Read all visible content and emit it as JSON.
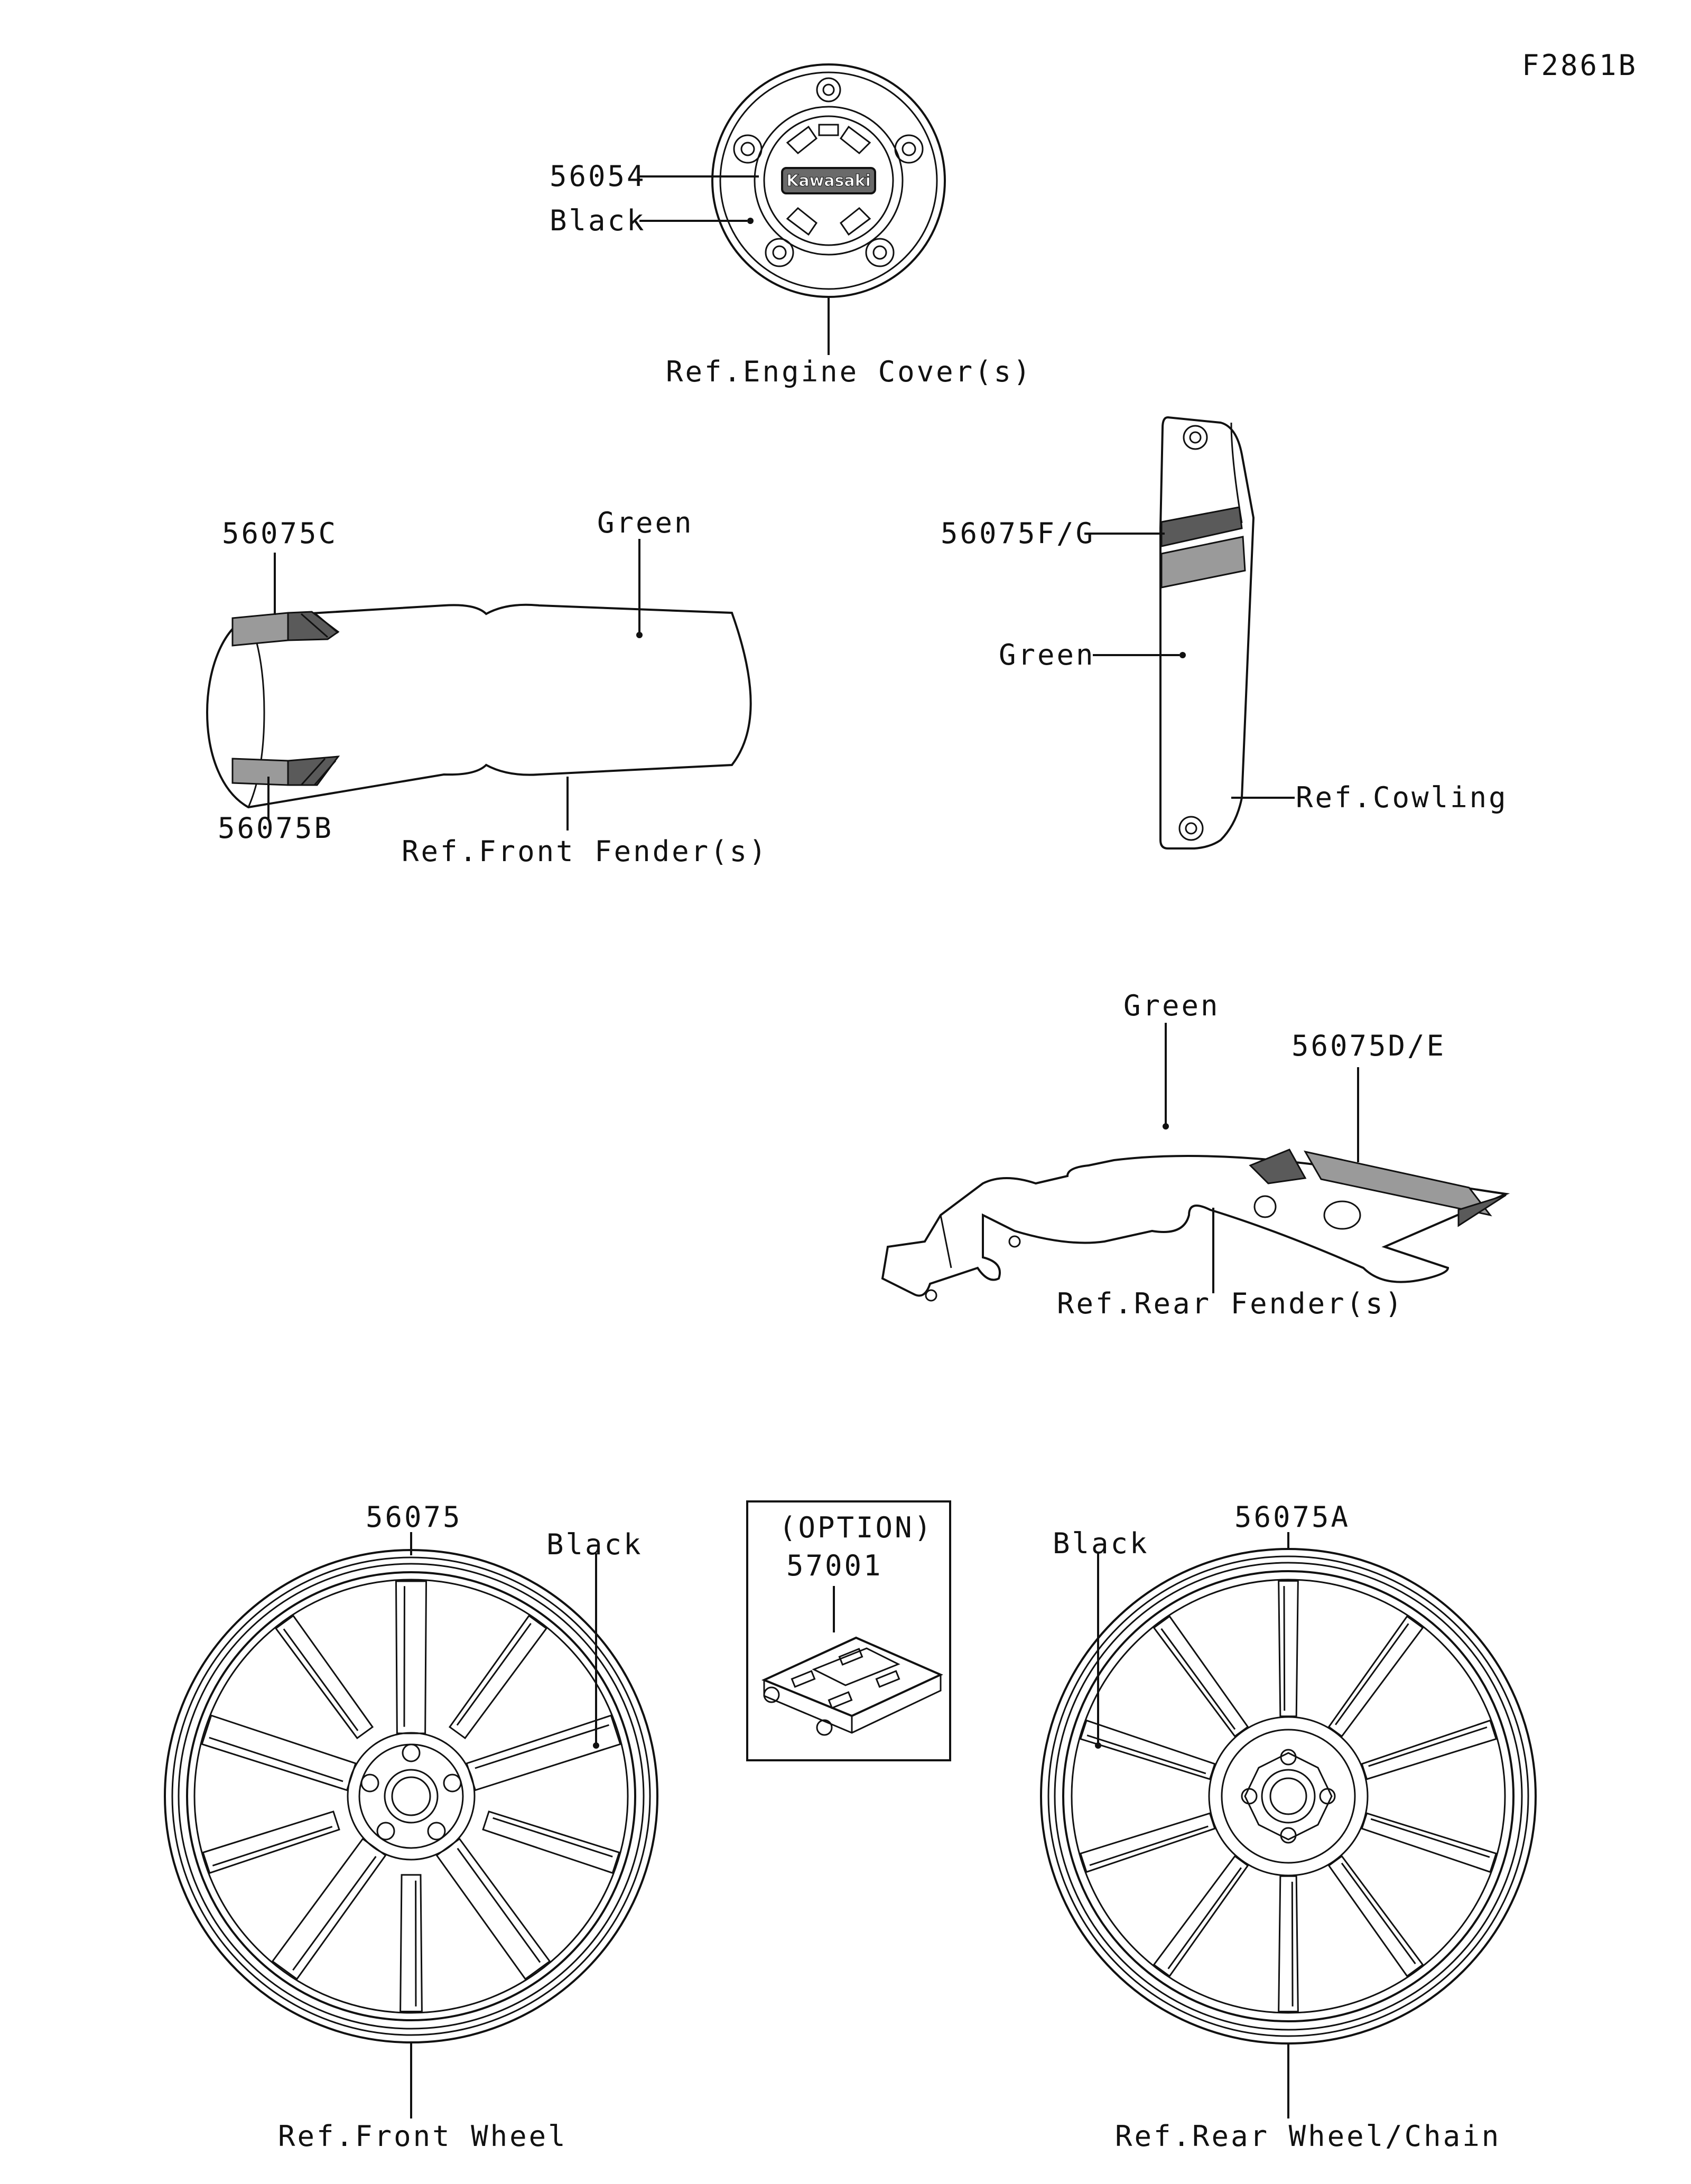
{
  "figure_code": "F2861B",
  "engine_cover": {
    "part_label": "56054",
    "color_label": "Black",
    "ref_label": "Ref.Engine Cover(s)",
    "logo_text": "Kawasaki"
  },
  "front_fender": {
    "top_part_label": "56075C",
    "bottom_part_label": "56075B",
    "color_label": "Green",
    "ref_label": "Ref.Front Fender(s)"
  },
  "cowling": {
    "part_label": "56075F/G",
    "color_label": "Green",
    "ref_label": "Ref.Cowling"
  },
  "rear_fender": {
    "color_label": "Green",
    "part_label": "56075D/E",
    "ref_label": "Ref.Rear Fender(s)"
  },
  "front_wheel": {
    "part_label": "56075",
    "color_label": "Black",
    "ref_label": "Ref.Front Wheel"
  },
  "option_box": {
    "title": "(OPTION)",
    "part_label": "57001"
  },
  "rear_wheel": {
    "part_label": "56075A",
    "color_label": "Black",
    "ref_label": "Ref.Rear Wheel/Chain"
  }
}
